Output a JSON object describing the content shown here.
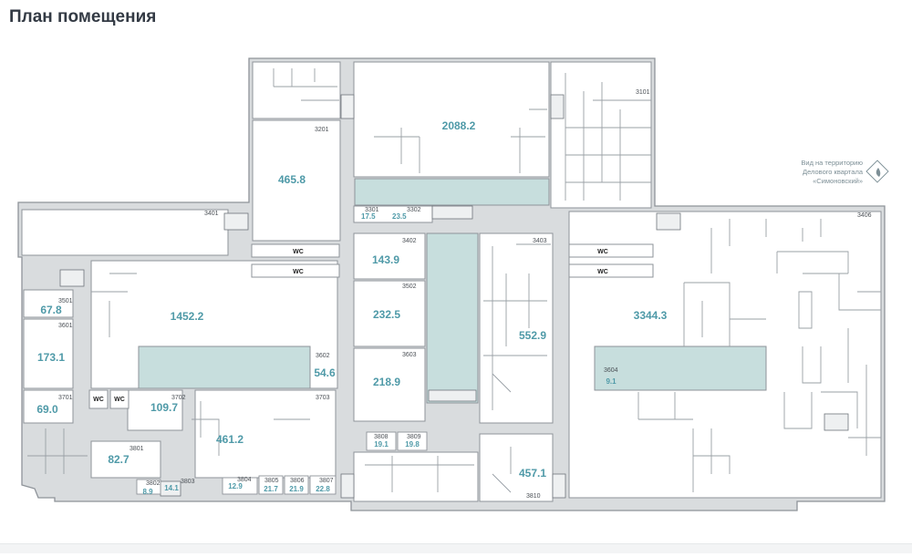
{
  "title": "План помещения",
  "view_note": [
    "Вид на территорию",
    "Делового квартала",
    "«Симоновский»"
  ],
  "wc_label": "WC",
  "colors": {
    "corridor": "#d9dcde",
    "room": "#ffffff",
    "highlight": "#c7dedd",
    "wall": "#8e9399",
    "accent_text": "#4f9aa8"
  },
  "rooms": [
    {
      "id": "3101",
      "area": ""
    },
    {
      "id": "3201",
      "area": "465.8"
    },
    {
      "id": "",
      "area": "2088.2"
    },
    {
      "id": "3301",
      "area": "17.5"
    },
    {
      "id": "3302",
      "area": "23.5"
    },
    {
      "id": "3401",
      "area": "1452.2"
    },
    {
      "id": "3402",
      "area": "143.9"
    },
    {
      "id": "3403",
      "area": "552.9"
    },
    {
      "id": "3406",
      "area": "3344.3"
    },
    {
      "id": "3501",
      "area": "67.8"
    },
    {
      "id": "3502",
      "area": "232.5"
    },
    {
      "id": "3601",
      "area": "173.1"
    },
    {
      "id": "3602",
      "area": "54.6"
    },
    {
      "id": "3603",
      "area": "218.9"
    },
    {
      "id": "3604",
      "area": "9.1"
    },
    {
      "id": "3701",
      "area": "69.0"
    },
    {
      "id": "3702",
      "area": "109.7"
    },
    {
      "id": "3703",
      "area": "461.2"
    },
    {
      "id": "3801",
      "area": "82.7"
    },
    {
      "id": "3802",
      "area": "8.9"
    },
    {
      "id": "3803",
      "area": "14.1"
    },
    {
      "id": "3804",
      "area": "12.9"
    },
    {
      "id": "3805",
      "area": "21.7"
    },
    {
      "id": "3806",
      "area": "21.9"
    },
    {
      "id": "3807",
      "area": "22.8"
    },
    {
      "id": "3808",
      "area": "19.1"
    },
    {
      "id": "3809",
      "area": "19.8"
    },
    {
      "id": "3810",
      "area": "457.1"
    }
  ]
}
